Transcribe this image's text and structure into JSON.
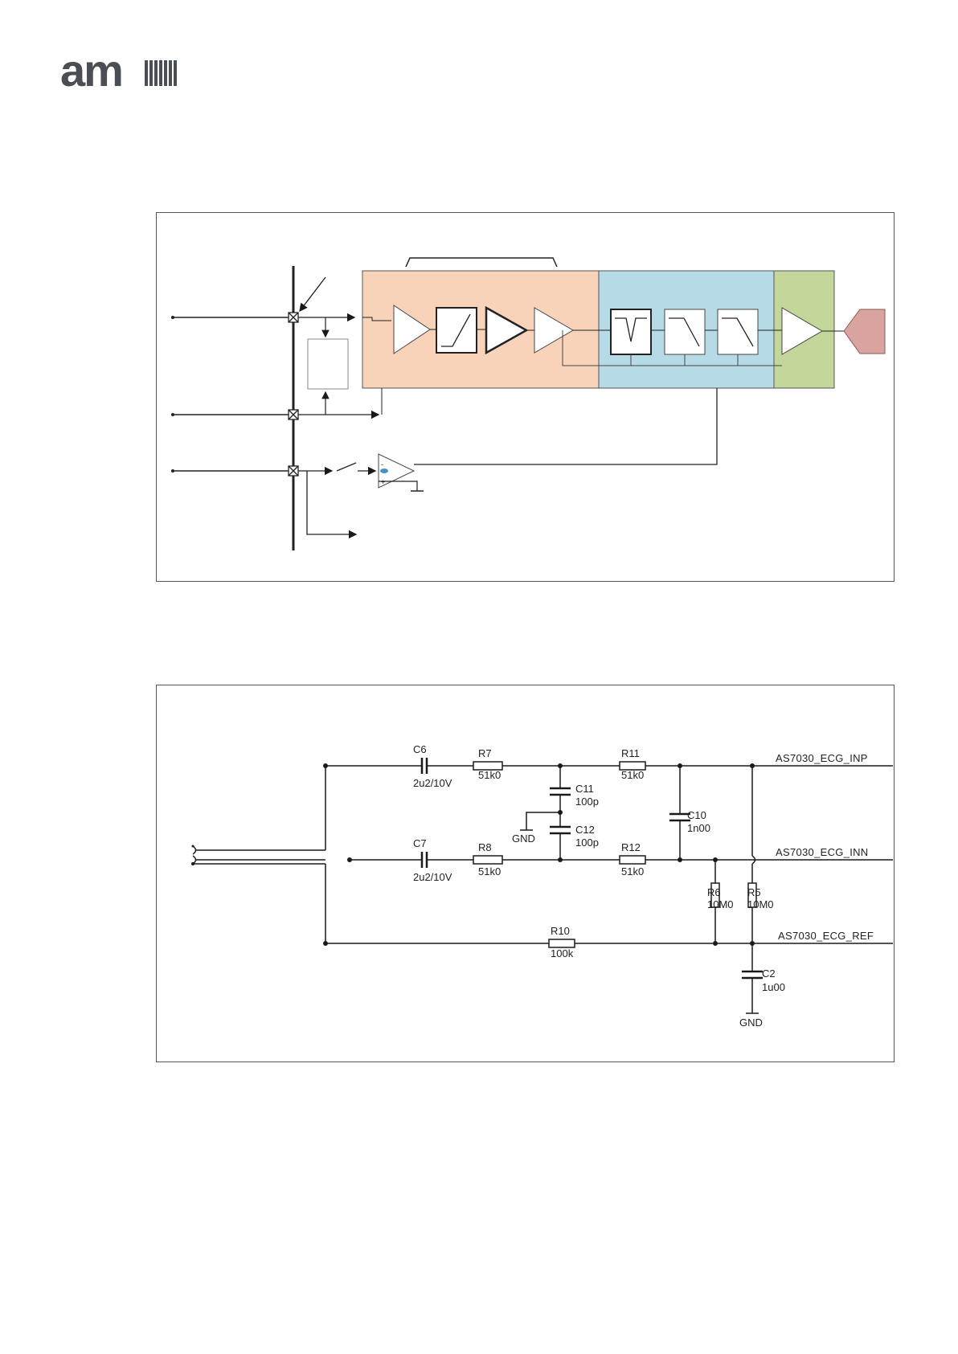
{
  "logo": {
    "text": "am",
    "color": "#4a4f55"
  },
  "colors": {
    "afe": "#f8d3b9",
    "dsp": "#b6dbe6",
    "out": "#c3d79a",
    "port": "#d9a49f",
    "line": "#1a1a1a"
  },
  "schematic": {
    "components": {
      "c6": {
        "ref": "C6",
        "value": "2u2/10V"
      },
      "r7": {
        "ref": "R7",
        "value": "51k0"
      },
      "r11": {
        "ref": "R11",
        "value": "51k0"
      },
      "c11": {
        "ref": "C11",
        "value": "100p"
      },
      "c12": {
        "ref": "C12",
        "value": "100p"
      },
      "c10": {
        "ref": "C10",
        "value": "1n00"
      },
      "c7": {
        "ref": "C7",
        "value": "2u2/10V"
      },
      "r8": {
        "ref": "R8",
        "value": "51k0"
      },
      "r12": {
        "ref": "R12",
        "value": "51k0"
      },
      "r6": {
        "ref": "R6",
        "value": "10M0"
      },
      "r5": {
        "ref": "R5",
        "value": "10M0"
      },
      "r10": {
        "ref": "R10",
        "value": "100k"
      },
      "c2": {
        "ref": "C2",
        "value": "1u00"
      }
    },
    "gnd_top": "GND",
    "gnd_bottom": "GND",
    "nets": {
      "inp": "AS7030_ECG_INP",
      "inn": "AS7030_ECG_INN",
      "ref": "AS7030_ECG_REF"
    }
  }
}
